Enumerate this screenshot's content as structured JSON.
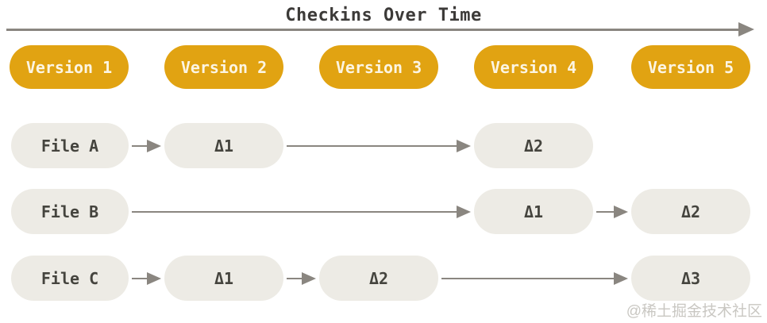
{
  "title": "Checkins Over Time",
  "versions": [
    "Version 1",
    "Version 2",
    "Version 3",
    "Version 4",
    "Version 5"
  ],
  "rows": [
    {
      "file": "File A",
      "deltas": [
        {
          "label": "Δ1",
          "version": 2
        },
        {
          "label": "Δ2",
          "version": 4
        }
      ]
    },
    {
      "file": "File B",
      "deltas": [
        {
          "label": "Δ1",
          "version": 4
        },
        {
          "label": "Δ2",
          "version": 5
        }
      ]
    },
    {
      "file": "File C",
      "deltas": [
        {
          "label": "Δ1",
          "version": 2
        },
        {
          "label": "Δ2",
          "version": 3
        },
        {
          "label": "Δ3",
          "version": 5
        }
      ]
    }
  ],
  "watermark": "@稀土掘金技术社区",
  "colors": {
    "accent": "#e1a312",
    "node_fill": "#edebe5",
    "node_text": "#45443e",
    "version_text": "#fcf5e3",
    "arrow": "#8a8680",
    "title_text": "#3c3a38",
    "watermark_text": "#c9c7c2",
    "background": "#ffffff"
  }
}
